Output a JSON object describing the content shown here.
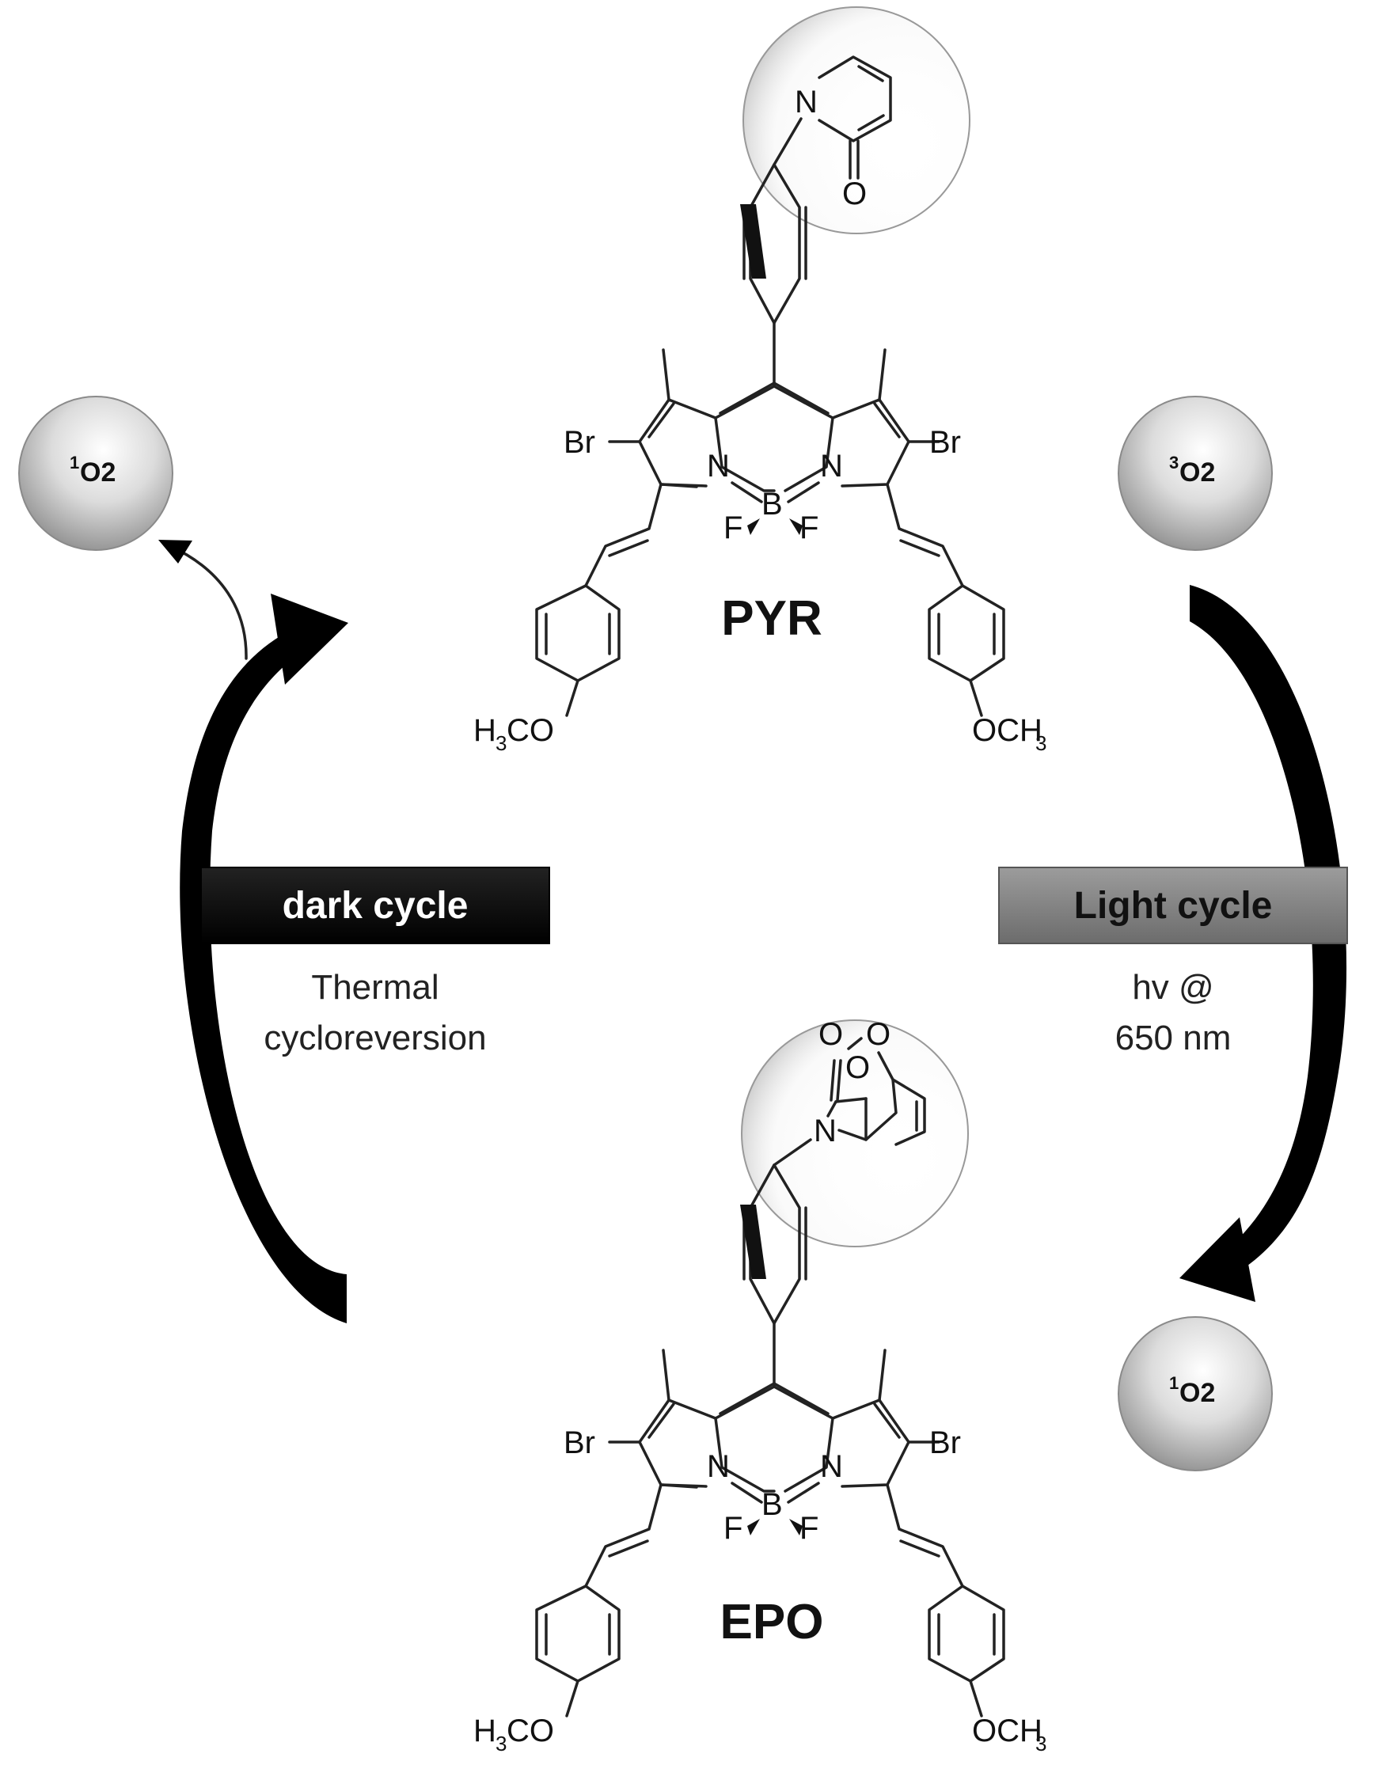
{
  "compounds": {
    "top": {
      "name": "PYR"
    },
    "bottom": {
      "name": "EPO"
    }
  },
  "atoms": {
    "bromine": "Br",
    "nitrogen": "N",
    "boron": "B",
    "fluorine": "F",
    "oxygen": "O",
    "methoxy_left_prefix": "H",
    "methoxy_left_sub": "3",
    "methoxy_left_suffix": "CO",
    "methoxy_right_prefix": "OCH",
    "methoxy_right_sub": "3"
  },
  "oxygen_badges": {
    "singlet_left": {
      "sup": "1",
      "label": "O2"
    },
    "triplet_right": {
      "sup": "3",
      "label": "O2"
    },
    "singlet_right": {
      "sup": "1",
      "label": "O2"
    }
  },
  "cycles": {
    "dark": {
      "label": "dark cycle",
      "caption_line1": "Thermal",
      "caption_line2": "cycloreversion",
      "box_color": "#000000",
      "text_color": "#ffffff"
    },
    "light": {
      "label": "Light cycle",
      "caption_line1": "hv @",
      "caption_line2": "650 nm",
      "box_color": "#777777",
      "text_color": "#111111"
    }
  }
}
